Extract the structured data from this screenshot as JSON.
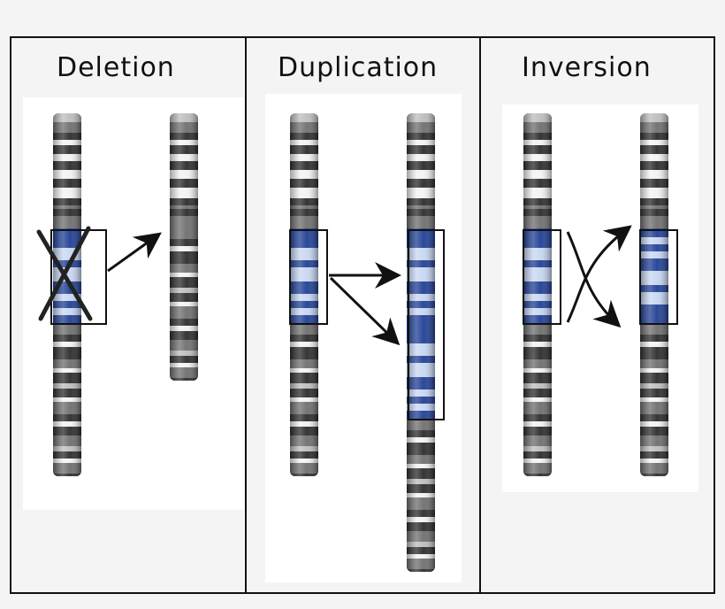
{
  "panels": [
    {
      "id": "deletion",
      "title": "Deletion"
    },
    {
      "id": "duplication",
      "title": "Duplication"
    },
    {
      "id": "inversion",
      "title": "Inversion"
    }
  ],
  "colors": {
    "panel_border": "#111111",
    "panel_inner_bg": "#ffffff",
    "page_bg": "#f4f4f4",
    "band_dark": "#2b2b2b",
    "band_mid": "#6e6e6e",
    "band_light": "#bdbdbd",
    "band_white": "#f2f2f2",
    "highlight_blue": "#1f3f94",
    "highlight_light": "#c7d6f2",
    "arrow": "#111111"
  },
  "icons": {
    "deletion": "cross-out-icon",
    "duplication": "two-arrows-icon",
    "inversion": "crossed-arrows-icon"
  }
}
